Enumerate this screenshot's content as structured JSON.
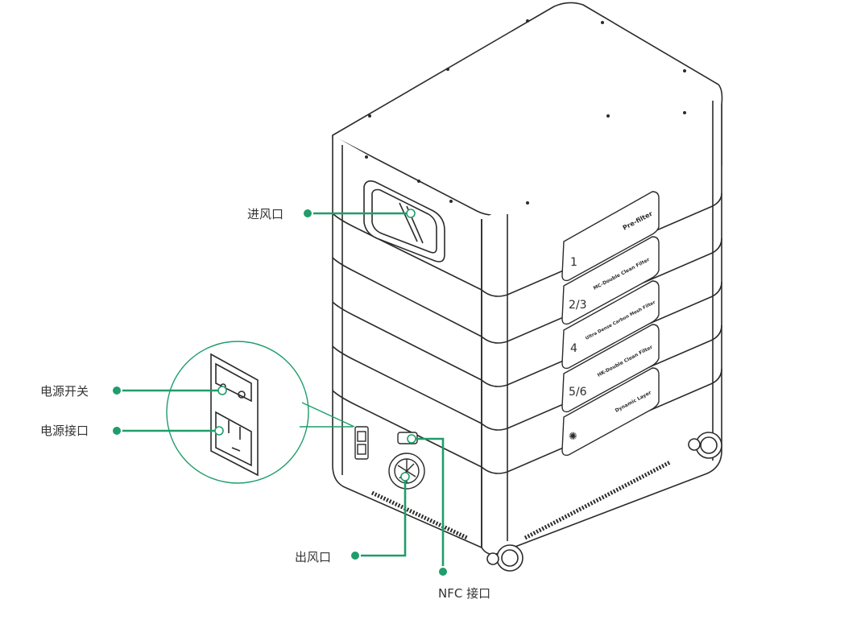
{
  "callouts": {
    "air_inlet": "进风口",
    "power_switch": "电源开关",
    "power_socket": "电源接口",
    "air_outlet": "出风口",
    "nfc_port": "NFC 接口"
  },
  "filter_labels": [
    {
      "number": "",
      "name": "Pre-filter"
    },
    {
      "number": "1",
      "name": "MC-Double Clean Filter"
    },
    {
      "number": "2/3",
      "name": "Ultra Dense Carbon Mesh Filter"
    },
    {
      "number": "4",
      "name": "HK-Double Clean Filter"
    },
    {
      "number": "5/6",
      "name": "Dynamic Layer"
    }
  ],
  "colors": {
    "accent": "#1f9d6b",
    "line": "#2b2b2b",
    "bg": "#ffffff"
  }
}
